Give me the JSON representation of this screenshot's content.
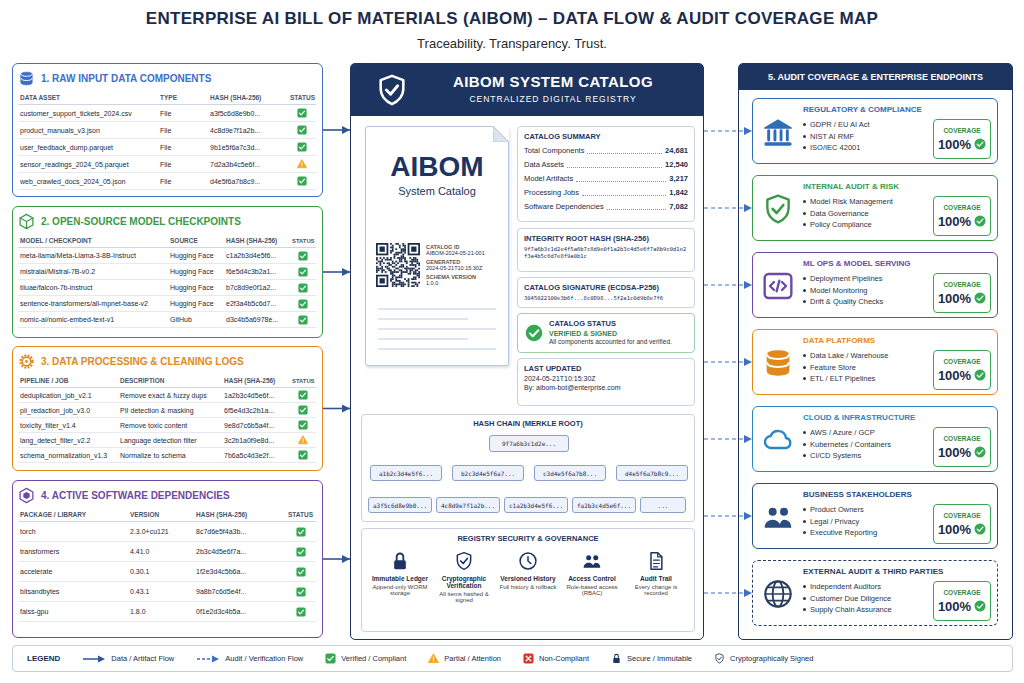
{
  "diagram": {
    "title": "ENTERPRISE AI BILL OF MATERIALS (AIBOM) – DATA FLOW & AUDIT COVERAGE MAP",
    "nodes": [
      {
        "text": [
          "1. RAW INPUT DATA COMPONENTS",
          "DATA ASSET",
          "TYPE",
          "HASH (SHA-256)",
          "STATUS",
          "customer_support_tickets_2024.csv",
          "File",
          "a3f5c6d8e9b0...",
          "product_manuals_v3.json",
          "File",
          "4c8d9e7f1a2b...",
          "user_feedback_dump.parquet",
          "File",
          "9b1e5f6a7c3d...",
          "sensor_readings_2024_05.parquet",
          "File",
          "7d2a3b4c5e6f...",
          "web_crawled_docs_2024_05.json",
          "File",
          "d4e5f6a7b8c9..."
        ]
      },
      {
        "text": [
          "2. OPEN-SOURCE MODEL CHECKPOINTS",
          "MODEL / CHECKPOINT",
          "SOURCE",
          "HASH (SHA-256)",
          "STATUS",
          "meta-llama/Meta-Llama-3-8B-Instruct",
          "Hugging Face",
          "c1a2b3d4e5f6...",
          "mistralai/Mistral-7B-v0.2",
          "Hugging Face",
          "f6e5d4c3b2a1...",
          "tiiuae/falcon-7b-instruct",
          "Hugging Face",
          "b7c8d9e0f1a2...",
          "sentence-transformers/all-mpnet-base-v2",
          "Hugging Face",
          "e2f3a4b5c6d7...",
          "nomic-ai/nomic-embed-text-v1",
          "GitHub",
          "d3c4b5a6978e..."
        ]
      },
      {
        "text": [
          "3. DATA PROCESSING & CLEANING LOGS",
          "PIPELINE / JOB",
          "DESCRIPTION",
          "HASH (SHA-256)",
          "STATUS",
          "deduplication_job_v2.1",
          "Remove exact & fuzzy dups",
          "1a2b3c4d5e6f...",
          "pii_redaction_job_v3.0",
          "PII detection & masking",
          "6f5e4d3c2b1a...",
          "toxicity_filter_v1.4",
          "Remove toxic content",
          "9e8d7c6b5a4f...",
          "lang_detect_filter_v2.2",
          "Language detection filter",
          "3c2b1a0f9e8d...",
          "schema_normalization_v1.3",
          "Normalize to schema",
          "7b6a5c4d3e2f..."
        ]
      },
      {
        "text": [
          "4. ACTIVE SOFTWARE DEPENDENCIES",
          "PACKAGE / LIBRARY",
          "VERSION",
          "HASH (SHA-256)",
          "STATUS",
          "torch",
          "2.3.0+cu121",
          "8c7d6e5f4a3b...",
          "transformers",
          "4.41.0",
          "2b3c4d5e6f7a...",
          "accelerate",
          "0.30.1",
          "1f2e3d4c5b6a...",
          "bitsandbytes",
          "0.43.1",
          "9a8b7c6d5e4f...",
          "faiss-gpu",
          "1.8.0",
          "0f1e2d3c4b5a..."
        ]
      },
      {
        "text": [
          "AIBOM SYSTEM CATALOG",
          "CENTRALIZED DIGITAL REGISTRY"
        ]
      },
      {
        "text": [
          "AIBOM",
          "System Catalog",
          "CATALOG ID",
          "AIBOM-2024-05-21-001",
          "GENERATED",
          "2024-05-21T10:15:30Z",
          "SCHEMA VERSION",
          "1.0.0"
        ],
        "in": 4
      },
      {
        "text": [
          "CATALOG SUMMARY",
          "Total Components",
          "24,681",
          "Data Assets",
          "12,540",
          "Model Artifacts",
          "3,217",
          "Processing Jobs",
          "1,842",
          "Software Dependencies",
          "7,082"
        ],
        "in": 4
      },
      {
        "text": [
          "INTEGRITY ROOT HASH (SHA-256)",
          "9f7a6b3c1d2e4f5a6b7c8d9e0f1a2b3c4d5e6f7a8b9c0d1e2f3a4b5c6d7e8f9a0b1c"
        ],
        "in": 4
      },
      {
        "text": [
          "CATALOG SIGNATURE (ECDSA-P256)",
          "3045022100e3b6f...8c0D98...5f2a1c0d9b8e7f6"
        ],
        "in": 4
      },
      {
        "text": [
          "CATALOG STATUS",
          "VERIFIED & SIGNED",
          "All components accounted for and verified."
        ],
        "in": 4
      },
      {
        "text": [
          "LAST UPDATED",
          "2024-05-21T10:15:30Z",
          "By: aibom-bot@enterprise.com"
        ],
        "in": 4
      },
      {
        "text": [
          "HASH CHAIN (MERKLE ROOT)"
        ],
        "in": 4
      },
      {
        "text": [
          "9f7a6b3c1d2e..."
        ],
        "in": 11
      },
      {
        "text": [
          "a1b2c3d4e5f6..."
        ],
        "in": 11
      },
      {
        "text": [
          "b2c3d4e5f6a7..."
        ],
        "in": 11
      },
      {
        "text": [
          "c3d4e5f6a7b8..."
        ],
        "in": 11
      },
      {
        "text": [
          "d4e5f6a7b8c9..."
        ],
        "in": 11
      },
      {
        "text": [
          "a3f5c6d8e9b0..."
        ],
        "in": 11
      },
      {
        "text": [
          "4c8d9e7f1a2b..."
        ],
        "in": 11
      },
      {
        "text": [
          "c1a2b3d4e5f6..."
        ],
        "in": 11
      },
      {
        "text": [
          "fa2b3c4d5e6f..."
        ],
        "in": 11
      },
      {
        "text": [
          "..."
        ],
        "in": 11
      },
      {
        "text": [
          "REGISTRY SECURITY & GOVERNANCE",
          "Immutable Ledger",
          "Append-only WORM storage",
          "Cryptographic Verification",
          "All items hashed & signed",
          "Versioned History",
          "Full history & rollback",
          "Access Control",
          "Role-based access (RBAC)",
          "Audit Trail",
          "Every change is recorded"
        ],
        "in": 4
      },
      {
        "text": [
          "5. AUDIT COVERAGE & ENTERPRISE ENDPOINTS"
        ]
      },
      {
        "text": [
          "REGULATORY & COMPLIANCE",
          "GDPR / EU AI Act",
          "NIST AI RMF",
          "ISO/IEC 42001"
        ],
        "in": 23
      },
      {
        "text": [
          "COVERAGE",
          "100%"
        ],
        "in": 24
      },
      {
        "text": [
          "INTERNAL AUDIT & RISK",
          "Model Risk Management",
          "Data Governance",
          "Policy Compliance"
        ],
        "in": 23
      },
      {
        "text": [
          "COVERAGE",
          "100%"
        ],
        "in": 26
      },
      {
        "text": [
          "ML OPS & MODEL SERVING",
          "Deployment Pipelines",
          "Model Monitoring",
          "Drift & Quality Checks"
        ],
        "in": 23
      },
      {
        "text": [
          "COVERAGE",
          "100%"
        ],
        "in": 28
      },
      {
        "text": [
          "DATA PLATFORMS",
          "Data Lake / Warehouse",
          "Feature Store",
          "ETL / ELT Pipelines"
        ],
        "in": 23
      },
      {
        "text": [
          "COVERAGE",
          "100%"
        ],
        "in": 30
      },
      {
        "text": [
          "CLOUD & INFRASTRUCTURE",
          "AWS / Azure / GCP",
          "Kubernetes / Containers",
          "CI/CD Systems"
        ],
        "in": 23
      },
      {
        "text": [
          "COVERAGE",
          "100%"
        ],
        "in": 32
      },
      {
        "text": [
          "BUSINESS STAKEHOLDERS",
          "Product Owners",
          "Legal / Privacy",
          "Executive Reporting"
        ],
        "in": 23
      },
      {
        "text": [
          "COVERAGE",
          "100%"
        ],
        "in": 34
      },
      {
        "text": [
          "EXTERNAL AUDIT & THIRD PARTIES",
          "Independent Auditors",
          "Customer Due Diligence",
          "Supply Chain Assurance"
        ],
        "in": 23
      },
      {
        "text": [
          "COVERAGE",
          "100%"
        ],
        "in": 36
      }
    ],
    "edges": [
      {
        "from": 0,
        "to": 4,
        "arrow": "to"
      },
      {
        "from": 1,
        "to": 4,
        "arrow": "to"
      },
      {
        "from": 2,
        "to": 4,
        "arrow": "to"
      },
      {
        "from": 3,
        "to": 4,
        "arrow": "to"
      },
      {
        "from": 4,
        "to": 24,
        "arrow": "to"
      },
      {
        "from": 4,
        "to": 26,
        "arrow": "to"
      },
      {
        "from": 4,
        "to": 28,
        "arrow": "to"
      },
      {
        "from": 4,
        "to": 30,
        "arrow": "to"
      },
      {
        "from": 4,
        "to": 32,
        "arrow": "to"
      },
      {
        "from": 4,
        "to": 34,
        "arrow": "to"
      },
      {
        "from": 4,
        "to": 36,
        "arrow": "to"
      },
      {
        "from": 12,
        "to": 13,
        "arrow": "none"
      },
      {
        "from": 12,
        "to": 14,
        "arrow": "none"
      },
      {
        "from": 12,
        "to": 15,
        "arrow": "none"
      },
      {
        "from": 12,
        "to": 16,
        "arrow": "none"
      },
      {
        "from": 13,
        "to": 17,
        "arrow": "none"
      },
      {
        "from": 14,
        "to": 18,
        "arrow": "none"
      },
      {
        "from": 15,
        "to": 19,
        "arrow": "none"
      },
      {
        "from": 16,
        "to": 20,
        "arrow": "none"
      },
      {
        "from": 16,
        "to": 21,
        "arrow": "none"
      }
    ],
    "labels": [
      "Traceability. Transparency. Trust.",
      "LEGEND"
    ],
    "legend": [
      {
        "text": "Data / Artifact Flow"
      },
      {
        "text": "Audit / Verification Flow"
      },
      {
        "text": "Verified / Compliant"
      },
      {
        "text": "Partial / Attention"
      },
      {
        "text": "Non-Compliant"
      },
      {
        "text": "Secure / Immutable"
      },
      {
        "text": "Cryptographically Signed"
      }
    ]
  }
}
